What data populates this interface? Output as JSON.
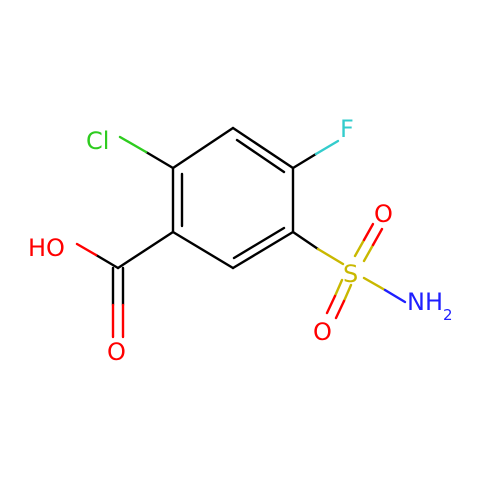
{
  "molecule": {
    "atoms": {
      "cl": {
        "label": "Cl",
        "color": "#2ECC1F"
      },
      "f": {
        "label": "F",
        "color": "#33CCCC"
      },
      "s": {
        "label": "S",
        "color": "#C9B800"
      },
      "o_sulfonyl_top": {
        "label": "O",
        "color": "#FF0000"
      },
      "o_sulfonyl_bottom": {
        "label": "O",
        "color": "#FF0000"
      },
      "nh2": {
        "label": "NH",
        "subscript": "2",
        "color": "#1F1FFF"
      },
      "oh": {
        "label": "HO",
        "color": "#FF0000"
      },
      "o_carbonyl": {
        "label": "O",
        "color": "#FF0000"
      }
    },
    "bond_color": "#000000"
  }
}
